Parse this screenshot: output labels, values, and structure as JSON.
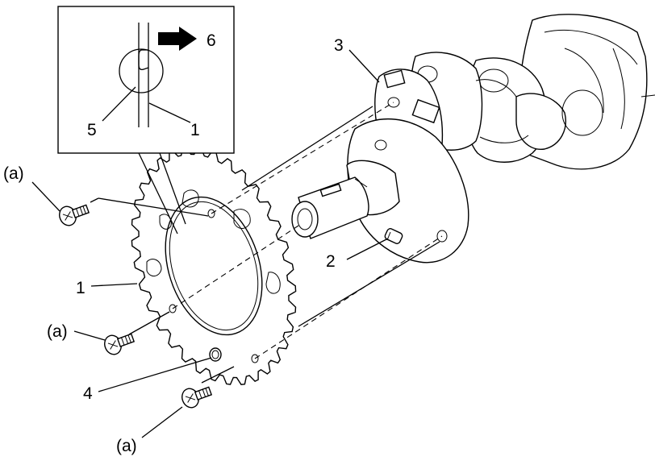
{
  "callouts": {
    "arrow_label": "6",
    "detail_label_5": "5",
    "detail_label_1": "1",
    "label_3": "3",
    "label_2": "2",
    "label_1": "1",
    "label_4": "4",
    "bolt_a_top": "(a)",
    "bolt_a_mid": "(a)",
    "bolt_a_bottom": "(a)"
  }
}
